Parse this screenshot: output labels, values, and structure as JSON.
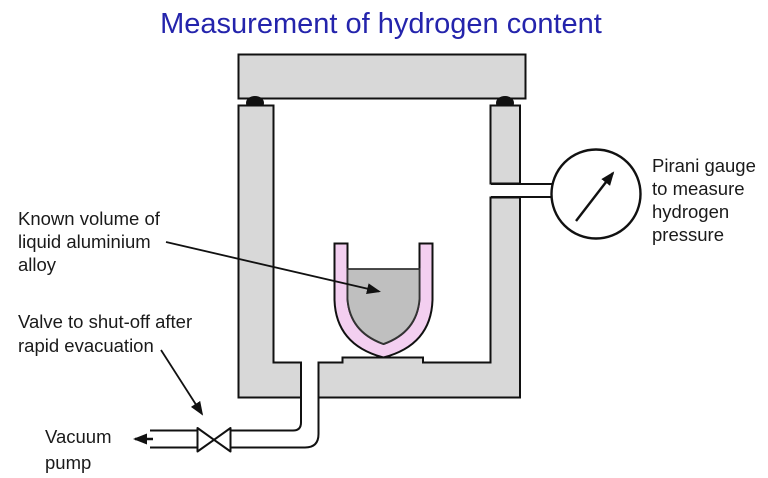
{
  "title": {
    "text": "Measurement of hydrogen content"
  },
  "labels": {
    "known_volume": {
      "line1": "Known volume of",
      "line2": "liquid aluminium",
      "line3": "alloy"
    },
    "valve": {
      "line1": "Valve to shut-off after",
      "line2": "rapid evacuation"
    },
    "vacuum_pump": {
      "line1": "Vacuum",
      "line2": "pump"
    },
    "pirani_gauge": {
      "line1": "Pirani gauge",
      "line2": "to measure",
      "line3": "hydrogen",
      "line4": "pressure"
    }
  },
  "colors": {
    "title_blue": "#2424AC",
    "chamber_gray": "#D8D8D8",
    "crucible_pink": "#F3CFF0",
    "alloy_gray": "#BFBFBF",
    "seal_black": "#111111",
    "line_black": "#111111",
    "gauge_face_white": "#FFFFFF"
  },
  "icons": {
    "pirani_dial": "circular-dial-with-needle",
    "shutoff_valve": "bowtie-valve-symbol",
    "vacuum_direction": "left-arrow",
    "pointer_arrows": "straight-leader-arrow"
  }
}
